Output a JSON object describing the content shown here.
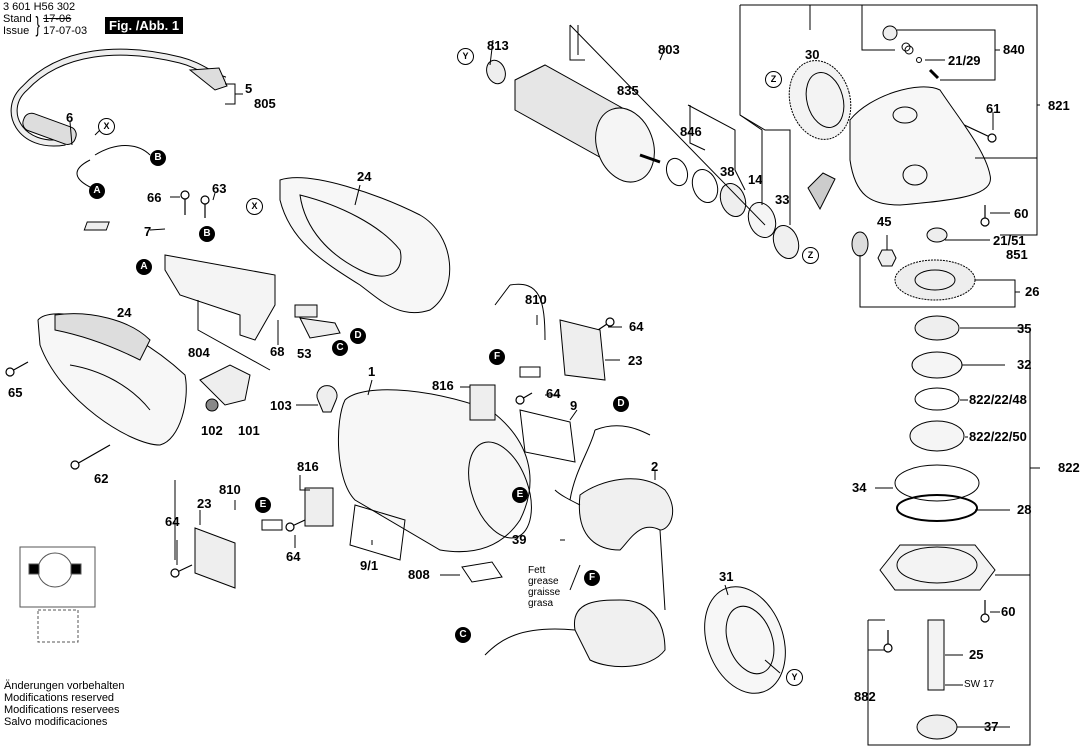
{
  "header": {
    "doc_number": "3 601 H56 302",
    "stand_label": "Stand",
    "issue_label": "Issue",
    "old_date": "17-06",
    "issue_date": "17-07-03",
    "figure_badge": "Fig. /Abb. 1"
  },
  "footer": {
    "lines": [
      "Änderungen vorbehalten",
      "Modifications reserved",
      "Modifications reservees",
      "Salvo modificaciones"
    ]
  },
  "grease_note": [
    "Fett",
    "grease",
    "graisse",
    "grasa"
  ],
  "wrench_size": "SW 17",
  "markers": {
    "A": "A",
    "B": "B",
    "C": "C",
    "D": "D",
    "E": "E",
    "F": "F",
    "X": "X",
    "Y": "Y",
    "Z": "Z"
  },
  "part_labels": {
    "p813": "813",
    "p803": "803",
    "p835": "835",
    "p846": "846",
    "p38": "38",
    "p14": "14",
    "p33": "33",
    "p30": "30",
    "p840": "840",
    "p21_29": "21/29",
    "p821": "821",
    "p61": "61",
    "p60a": "60",
    "p21_51": "21/51",
    "p851": "851",
    "p45": "45",
    "p26": "26",
    "p5": "5",
    "p805": "805",
    "p6": "6",
    "p66": "66",
    "p63": "63",
    "p7": "7",
    "p24a": "24",
    "p804": "804",
    "p68": "68",
    "p53": "53",
    "p24b": "24",
    "p65": "65",
    "p102": "102",
    "p101": "101",
    "p62": "62",
    "p103": "103",
    "p1": "1",
    "p810a": "810",
    "p816a": "816",
    "p64a": "64",
    "p64b": "64",
    "p23a": "23",
    "p9": "9",
    "p2": "2",
    "p810b": "810",
    "p816b": "816",
    "p23b": "23",
    "p64c": "64",
    "p64d": "64",
    "p9_1": "9/1",
    "p808": "808",
    "p39": "39",
    "p31": "31",
    "p35": "35",
    "p32": "32",
    "p822_22_48": "822/22/48",
    "p822_22_50": "822/22/50",
    "p822": "822",
    "p34": "34",
    "p28": "28",
    "p60b": "60",
    "p25": "25",
    "p882": "882",
    "p37": "37"
  }
}
